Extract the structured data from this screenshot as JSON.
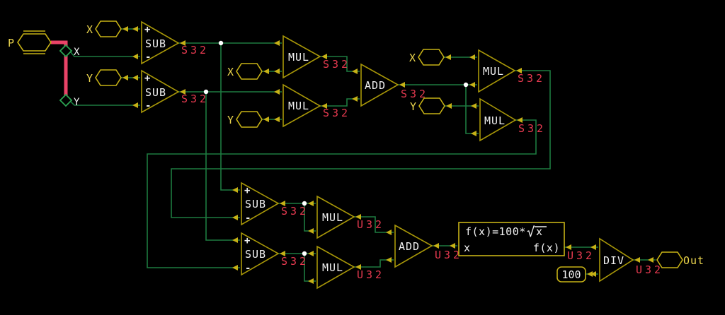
{
  "colors": {
    "bg": "#000000",
    "block": "#a89708",
    "conn": "#c6b116",
    "wire": "#1d7a40",
    "typ": "#e63a50",
    "bright": "#ecd64f",
    "white": "#f0f0f0",
    "bus": "#ea4368",
    "dia": "#2ca452",
    "dot": "#ffffff"
  },
  "bus": {
    "label": "P",
    "ports": [
      {
        "label": "X"
      },
      {
        "label": "Y"
      }
    ]
  },
  "inputs": [
    {
      "label": "X"
    },
    {
      "label": "Y"
    },
    {
      "label": "X"
    },
    {
      "label": "Y"
    },
    {
      "label": "X"
    },
    {
      "label": "Y"
    }
  ],
  "output_connector": {
    "label": "Out"
  },
  "constant": {
    "value": "100"
  },
  "function_block": {
    "formula": "f(x)=100*",
    "radical": "√",
    "radicand": "x",
    "input_label": "x",
    "output_label": "f(x)",
    "out_type": "U32"
  },
  "blocks": [
    {
      "op": "SUB",
      "out_type": "S32",
      "plus": "+",
      "minus": "-"
    },
    {
      "op": "SUB",
      "out_type": "S32",
      "plus": "+",
      "minus": "-"
    },
    {
      "op": "MUL",
      "out_type": "S32"
    },
    {
      "op": "MUL",
      "out_type": "S32"
    },
    {
      "op": "ADD",
      "out_type": "S32"
    },
    {
      "op": "MUL",
      "out_type": "S32"
    },
    {
      "op": "MUL",
      "out_type": "S32"
    },
    {
      "op": "SUB",
      "out_type": "S32",
      "plus": "+",
      "minus": "-"
    },
    {
      "op": "SUB",
      "out_type": "S32",
      "plus": "+",
      "minus": "-"
    },
    {
      "op": "MUL",
      "out_type": "U32"
    },
    {
      "op": "MUL",
      "out_type": "U32"
    },
    {
      "op": "ADD",
      "out_type": "U32"
    },
    {
      "op": "DIV",
      "out_type": "U32"
    }
  ]
}
